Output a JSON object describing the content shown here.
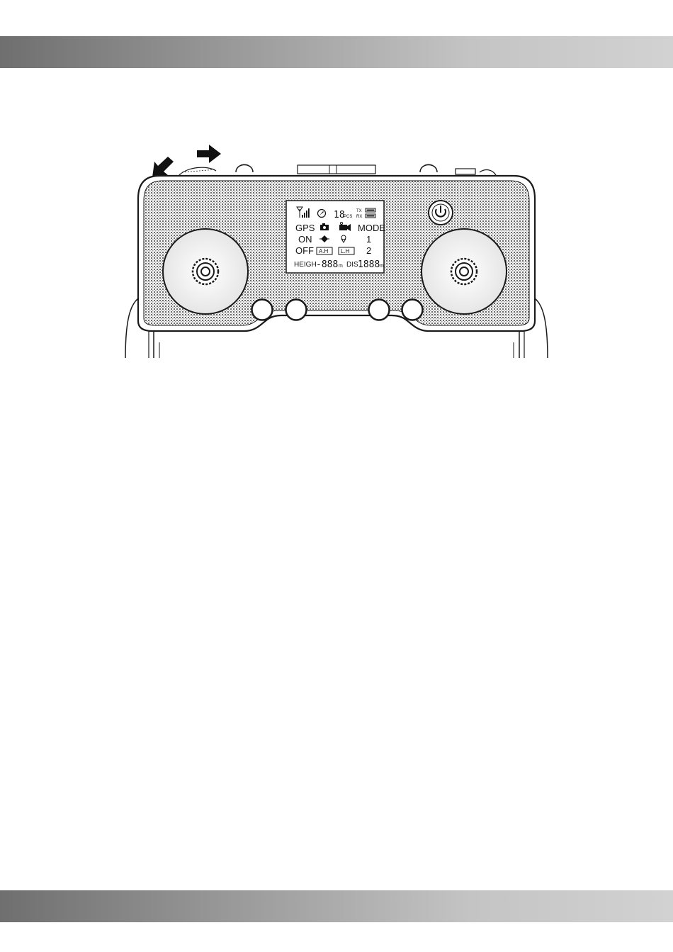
{
  "lcd": {
    "gps_label": "GPS",
    "on_label": "ON",
    "off_label": "OFF",
    "mode_label": "MODE",
    "mode_1": "1",
    "mode_2": "2",
    "sat_count": "18",
    "sat_unit": "PCS",
    "tx_label": "TX",
    "rx_label": "RX",
    "alt_hold_box": "A.H",
    "headless_box": "L.H",
    "height_label": "HEIGH",
    "height_value": "-888",
    "height_unit": "m",
    "dis_label": "DIS",
    "dis_value": "1888",
    "dis_unit": "m"
  },
  "icons": {
    "signal": "signal-bars-icon",
    "compass": "compass-icon",
    "photo": "camera-icon",
    "video": "video-camera-icon",
    "power": "power-icon"
  },
  "colors": {
    "header_band_start": "#6f6f6f",
    "header_band_end": "#d2d2d2",
    "line": "#1a1a1a"
  }
}
